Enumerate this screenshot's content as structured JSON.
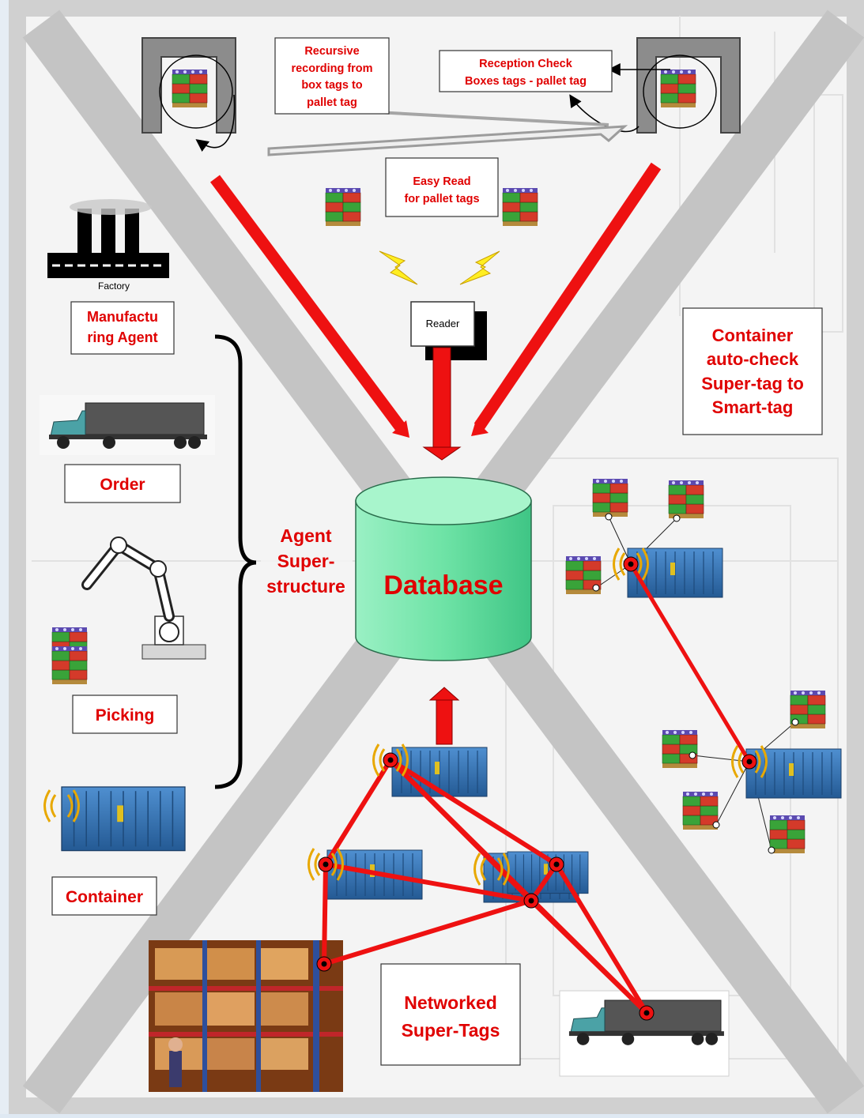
{
  "labels": {
    "recursive": [
      "Recursive",
      "recording from",
      "box tags to",
      "pallet tag"
    ],
    "reception": [
      "Reception Check",
      "Boxes tags - pallet tag"
    ],
    "easy_read": [
      "Easy Read",
      "for pallet tags"
    ],
    "factory": "Factory",
    "reader": "Reader",
    "manufacturing": [
      "Manufactu",
      "ring Agent"
    ],
    "order": "Order",
    "picking": "Picking",
    "container": "Container",
    "agent": [
      "Agent",
      "Super-",
      "structure"
    ],
    "database": "Database",
    "container_check": [
      "Container",
      "auto-check",
      "Super-tag to",
      "Smart-tag"
    ],
    "networked": [
      "Networked",
      "Super-Tags"
    ]
  },
  "icons": [
    "pallet-icon",
    "factory-icon",
    "truck-icon",
    "robot-arm-icon",
    "shipping-container-icon",
    "reader-icon",
    "signal-icon",
    "warehouse-photo"
  ],
  "colors": {
    "label_red": "#e00000",
    "arrow_red": "#ee1111",
    "database_green": "#7de8b0",
    "container_blue": "#2f6aa8",
    "x_gray": "#c4c4c4",
    "frame": "#d2d2d2"
  }
}
